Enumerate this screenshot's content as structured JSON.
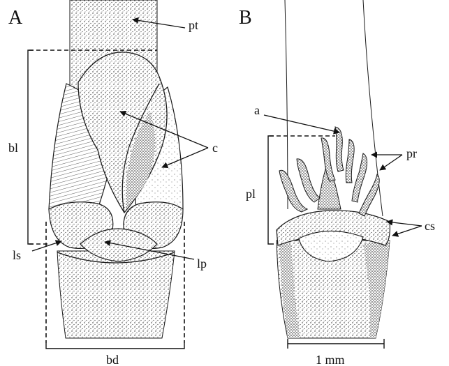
{
  "panels": {
    "a": "A",
    "b": "B"
  },
  "labels": {
    "pt": "pt",
    "bl": "bl",
    "c": "c",
    "ls": "ls",
    "lp": "lp",
    "bd": "bd",
    "a": "a",
    "pr": "pr",
    "pl": "pl",
    "cs": "cs"
  },
  "scale_bar": {
    "label": "1 mm"
  }
}
